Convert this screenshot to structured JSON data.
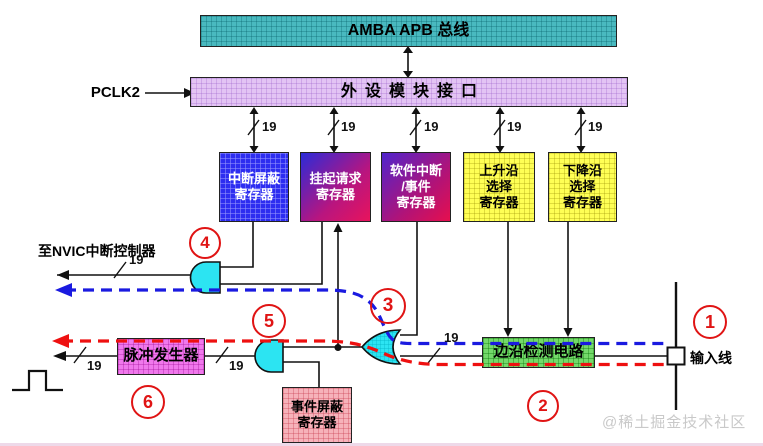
{
  "diagram": {
    "title_box": "AMBA APB 总线",
    "interface_box": "外设模块接口",
    "clock_label": "PCLK2",
    "nvic_label": "至NVIC中断控制器",
    "input_line_label": "输入线",
    "watermark": "@稀土掘金技术社区"
  },
  "registers": {
    "int_mask": {
      "lines": [
        "中断屏蔽",
        "寄存器"
      ]
    },
    "pending": {
      "lines": [
        "挂起请求",
        "寄存器"
      ]
    },
    "swier": {
      "lines": [
        "软件中断",
        "/事件",
        "寄存器"
      ]
    },
    "rising": {
      "lines": [
        "上升沿",
        "选择",
        "寄存器"
      ]
    },
    "falling": {
      "lines": [
        "下降沿",
        "选择",
        "寄存器"
      ]
    },
    "event_mask": {
      "lines": [
        "事件屏蔽",
        "寄存器"
      ]
    }
  },
  "blocks": {
    "edge_detect": "边沿检测电路",
    "pulse_generator": "脉冲发生器"
  },
  "labels": {
    "bus_width": "19"
  },
  "step_numbers": {
    "n1": "1",
    "n2": "2",
    "n3": "3",
    "n4": "4",
    "n5": "5",
    "n6": "6"
  },
  "colors": {
    "accent_red": "#e01414",
    "dashed_blue": "#1a1ae0",
    "dashed_red": "#ee1010",
    "gate_cyan": "#2ce4f2",
    "amba_teal": "#49b9bf",
    "interface_purple": "#e3c4f4",
    "mask_blue": "#2d2df0",
    "select_yellow": "#ffff55",
    "edge_green": "#74d96a",
    "pulse_pink": "#f078ec",
    "event_rose": "#f6b2ba"
  }
}
